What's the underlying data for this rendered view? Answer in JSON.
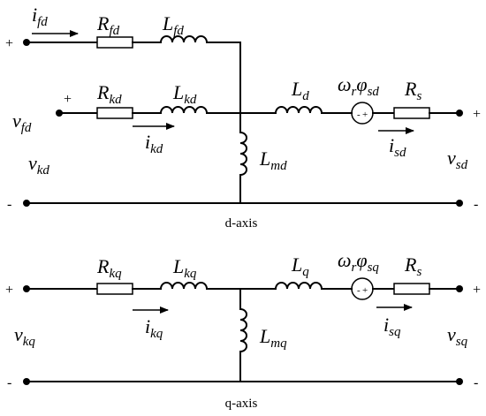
{
  "d_axis": {
    "caption": "d-axis",
    "currents": {
      "ifd": {
        "base": "i",
        "sub": "fd"
      },
      "ikd": {
        "base": "i",
        "sub": "kd"
      },
      "isd": {
        "base": "i",
        "sub": "sd"
      }
    },
    "components": {
      "Rfd": {
        "base": "R",
        "sub": "fd"
      },
      "Lfd": {
        "base": "L",
        "sub": "fd"
      },
      "Rkd": {
        "base": "R",
        "sub": "kd"
      },
      "Lkd": {
        "base": "L",
        "sub": "kd"
      },
      "Ld": {
        "base": "L",
        "sub": "d"
      },
      "Lmd": {
        "base": "L",
        "sub": "md"
      },
      "emf": {
        "base": "ω",
        "sub1": "r",
        "mid": "φ",
        "sub2": "sd"
      },
      "Rs": {
        "base": "R",
        "sub": "s"
      }
    },
    "voltages": {
      "vfd": {
        "base": "v",
        "sub": "fd"
      },
      "vkd": {
        "base": "v",
        "sub": "kd"
      },
      "vsd": {
        "base": "v",
        "sub": "sd"
      }
    },
    "polarity": {
      "plus": "+",
      "minus": "-"
    }
  },
  "q_axis": {
    "caption": "q-axis",
    "currents": {
      "ikq": {
        "base": "i",
        "sub": "kq"
      },
      "isq": {
        "base": "i",
        "sub": "sq"
      }
    },
    "components": {
      "Rkq": {
        "base": "R",
        "sub": "kq"
      },
      "Lkq": {
        "base": "L",
        "sub": "kq"
      },
      "Lq": {
        "base": "L",
        "sub": "q"
      },
      "Lmq": {
        "base": "L",
        "sub": "mq"
      },
      "emf": {
        "base": "ω",
        "sub1": "r",
        "mid": "φ",
        "sub2": "sq"
      },
      "Rs": {
        "base": "R",
        "sub": "s"
      }
    },
    "voltages": {
      "vkq": {
        "base": "v",
        "sub": "kq"
      },
      "vsq": {
        "base": "v",
        "sub": "sq"
      }
    },
    "polarity": {
      "plus": "+",
      "minus": "-"
    }
  }
}
